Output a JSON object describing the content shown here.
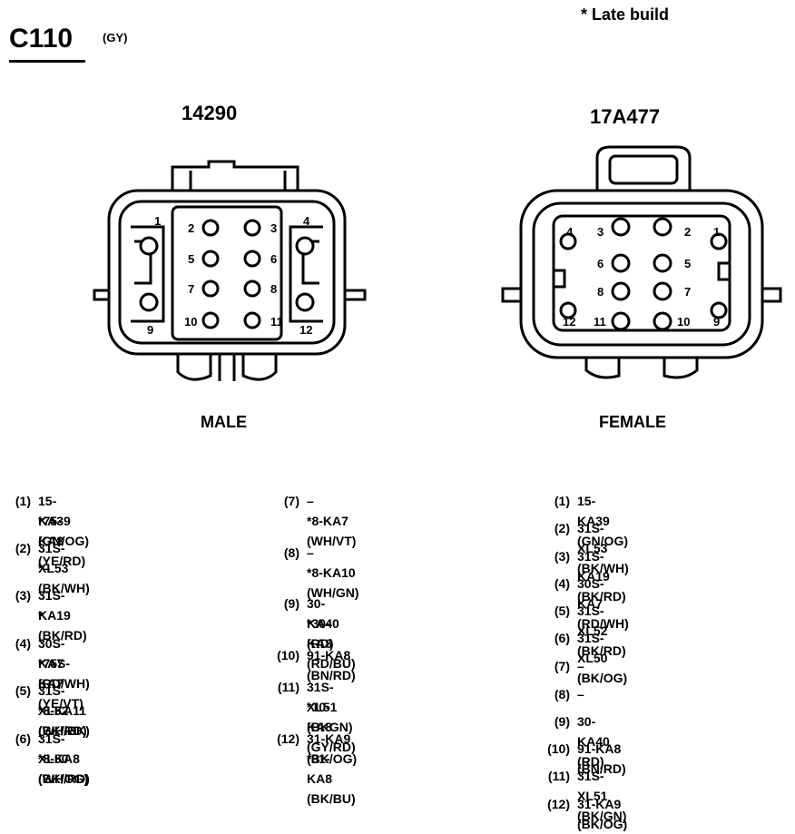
{
  "header": {
    "connector_id": "C110",
    "color_code": "(GY)",
    "note": "* Late build"
  },
  "male": {
    "part_number": "14290",
    "label": "MALE",
    "pin_labels": [
      "1",
      "2",
      "3",
      "4",
      "5",
      "6",
      "7",
      "8",
      "9",
      "10",
      "11",
      "12"
    ]
  },
  "female": {
    "part_number": "17A477",
    "label": "FEMALE",
    "pin_labels": [
      "1",
      "2",
      "3",
      "4",
      "5",
      "6",
      "7",
      "8",
      "9",
      "10",
      "11",
      "12"
    ]
  },
  "male_pins": [
    {
      "num": "(1)",
      "line1": "15-KA39 (GN/OG)",
      "line2": "*75-KA8 (YE/RD)"
    },
    {
      "num": "(2)",
      "line1": "31S-XL53 (BK/WH)",
      "line2": "*–"
    },
    {
      "num": "(3)",
      "line1": "31S-KA19 (BK/RD)",
      "line2": "*"
    },
    {
      "num": "(4)",
      "line1": "30S-KA7 (RD/WH)",
      "line2": "*75S-KA7 (YE/VT)"
    },
    {
      "num": "(5)",
      "line1": "31S-XL52 (BK/RD)",
      "line2": "*8-KA11 (WH/BK)"
    },
    {
      "num": "(6)",
      "line1": "31S-XL50 (BK/OG)",
      "line2": "*8-KA8 (WH/RD)"
    },
    {
      "num": "(7)",
      "line1": "–",
      "line2": "*8-KA7 (WH/VT)"
    },
    {
      "num": "(8)",
      "line1": "–",
      "line2": "*8-KA10 (WH/GN)"
    },
    {
      "num": "(9)",
      "line1": "30-KA40 (RD)",
      "line2": "*30-KA8 (RD/BU)"
    },
    {
      "num": "(10)",
      "line1": "91-KA8 (BN/RD)",
      "line2": ""
    },
    {
      "num": "(11)",
      "line1": "31S-XL51 (BKGN)",
      "line2": "*10-KA8 (GY/RD)"
    },
    {
      "num": "(12)",
      "line1": "31-KA9 (BK/OG)",
      "line2": "*31-KA8 (BK/BU)"
    }
  ],
  "female_pins": [
    {
      "num": "(1)",
      "line1": "15-KA39 (GN/OG)"
    },
    {
      "num": "(2)",
      "line1": "31S-XL53 (BK/WH)"
    },
    {
      "num": "(3)",
      "line1": "31S-KA19 (BK/RD)"
    },
    {
      "num": "(4)",
      "line1": "30S-KA7 (RD/WH)"
    },
    {
      "num": "(5)",
      "line1": "31S-XL52 (BK/RD)"
    },
    {
      "num": "(6)",
      "line1": "31S-XL50 (BK/OG)"
    },
    {
      "num": "(7)",
      "line1": "–"
    },
    {
      "num": "(8)",
      "line1": "–"
    },
    {
      "num": "(9)",
      "line1": "30-KA40 (RD)"
    },
    {
      "num": "(10)",
      "line1": "91-KA8 (BN/RD)"
    },
    {
      "num": "(11)",
      "line1": "31S-XL51 (BK/GN)"
    },
    {
      "num": "(12)",
      "line1": "31-KA9 (BK/OG)"
    }
  ]
}
